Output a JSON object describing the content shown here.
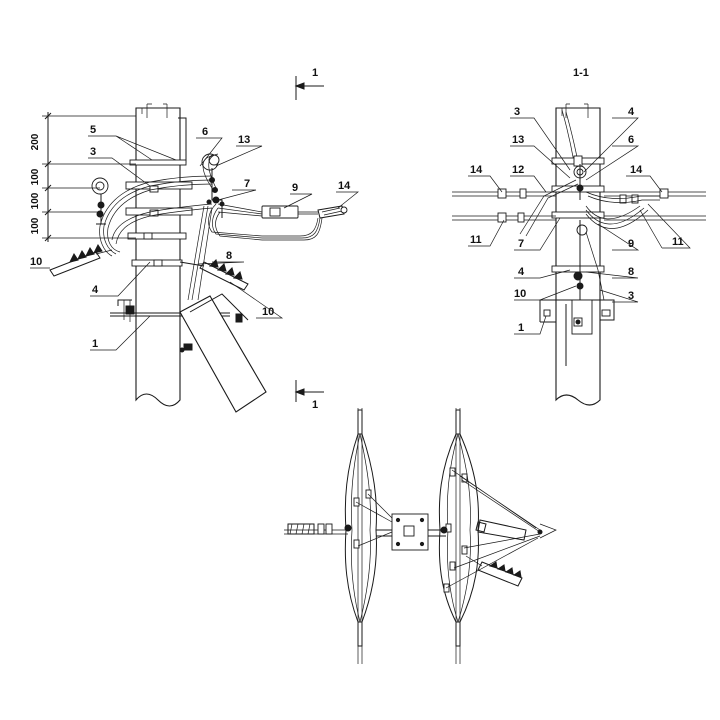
{
  "section_mark": "1",
  "section_title": "1-1",
  "dimensions": [
    "200",
    "100",
    "100",
    "100"
  ],
  "callouts": {
    "left": [
      "5",
      "3",
      "6",
      "13",
      "7",
      "9",
      "14",
      "10",
      "4",
      "8",
      "10",
      "1"
    ],
    "right": [
      "3",
      "4",
      "13",
      "6",
      "14",
      "12",
      "14",
      "11",
      "7",
      "9",
      "11",
      "4",
      "8",
      "10",
      "3",
      "1"
    ]
  },
  "colors": {
    "line": "#1a1a1a",
    "background": "#ffffff"
  }
}
